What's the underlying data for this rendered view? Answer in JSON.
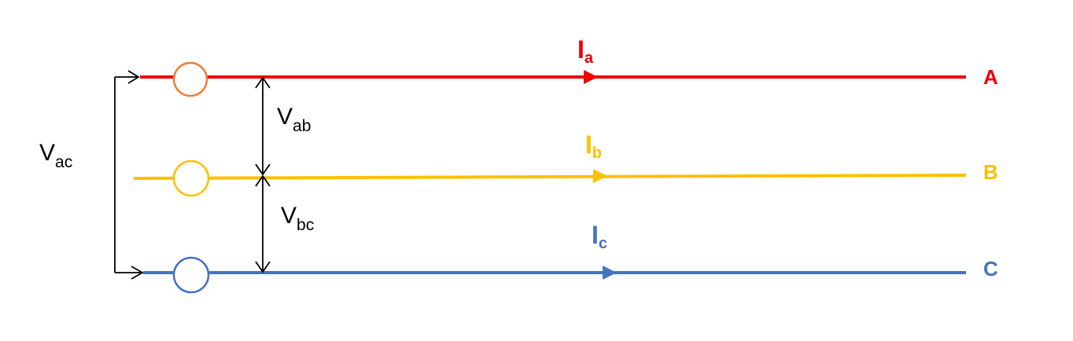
{
  "colors": {
    "phase_a": "#ee0000",
    "phase_b": "#fcc000",
    "phase_c": "#4472c4",
    "source_a_circle": "#ed7d31",
    "annotation": "#000000"
  },
  "phases": {
    "a": {
      "terminal": "A",
      "current_symbol": "I",
      "current_sub": "a"
    },
    "b": {
      "terminal": "B",
      "current_symbol": "I",
      "current_sub": "b"
    },
    "c": {
      "terminal": "C",
      "current_symbol": "I",
      "current_sub": "c"
    }
  },
  "voltages": {
    "ab": {
      "symbol": "V",
      "sub": "ab"
    },
    "bc": {
      "symbol": "V",
      "sub": "bc"
    },
    "ac": {
      "symbol": "V",
      "sub": "ac"
    }
  }
}
